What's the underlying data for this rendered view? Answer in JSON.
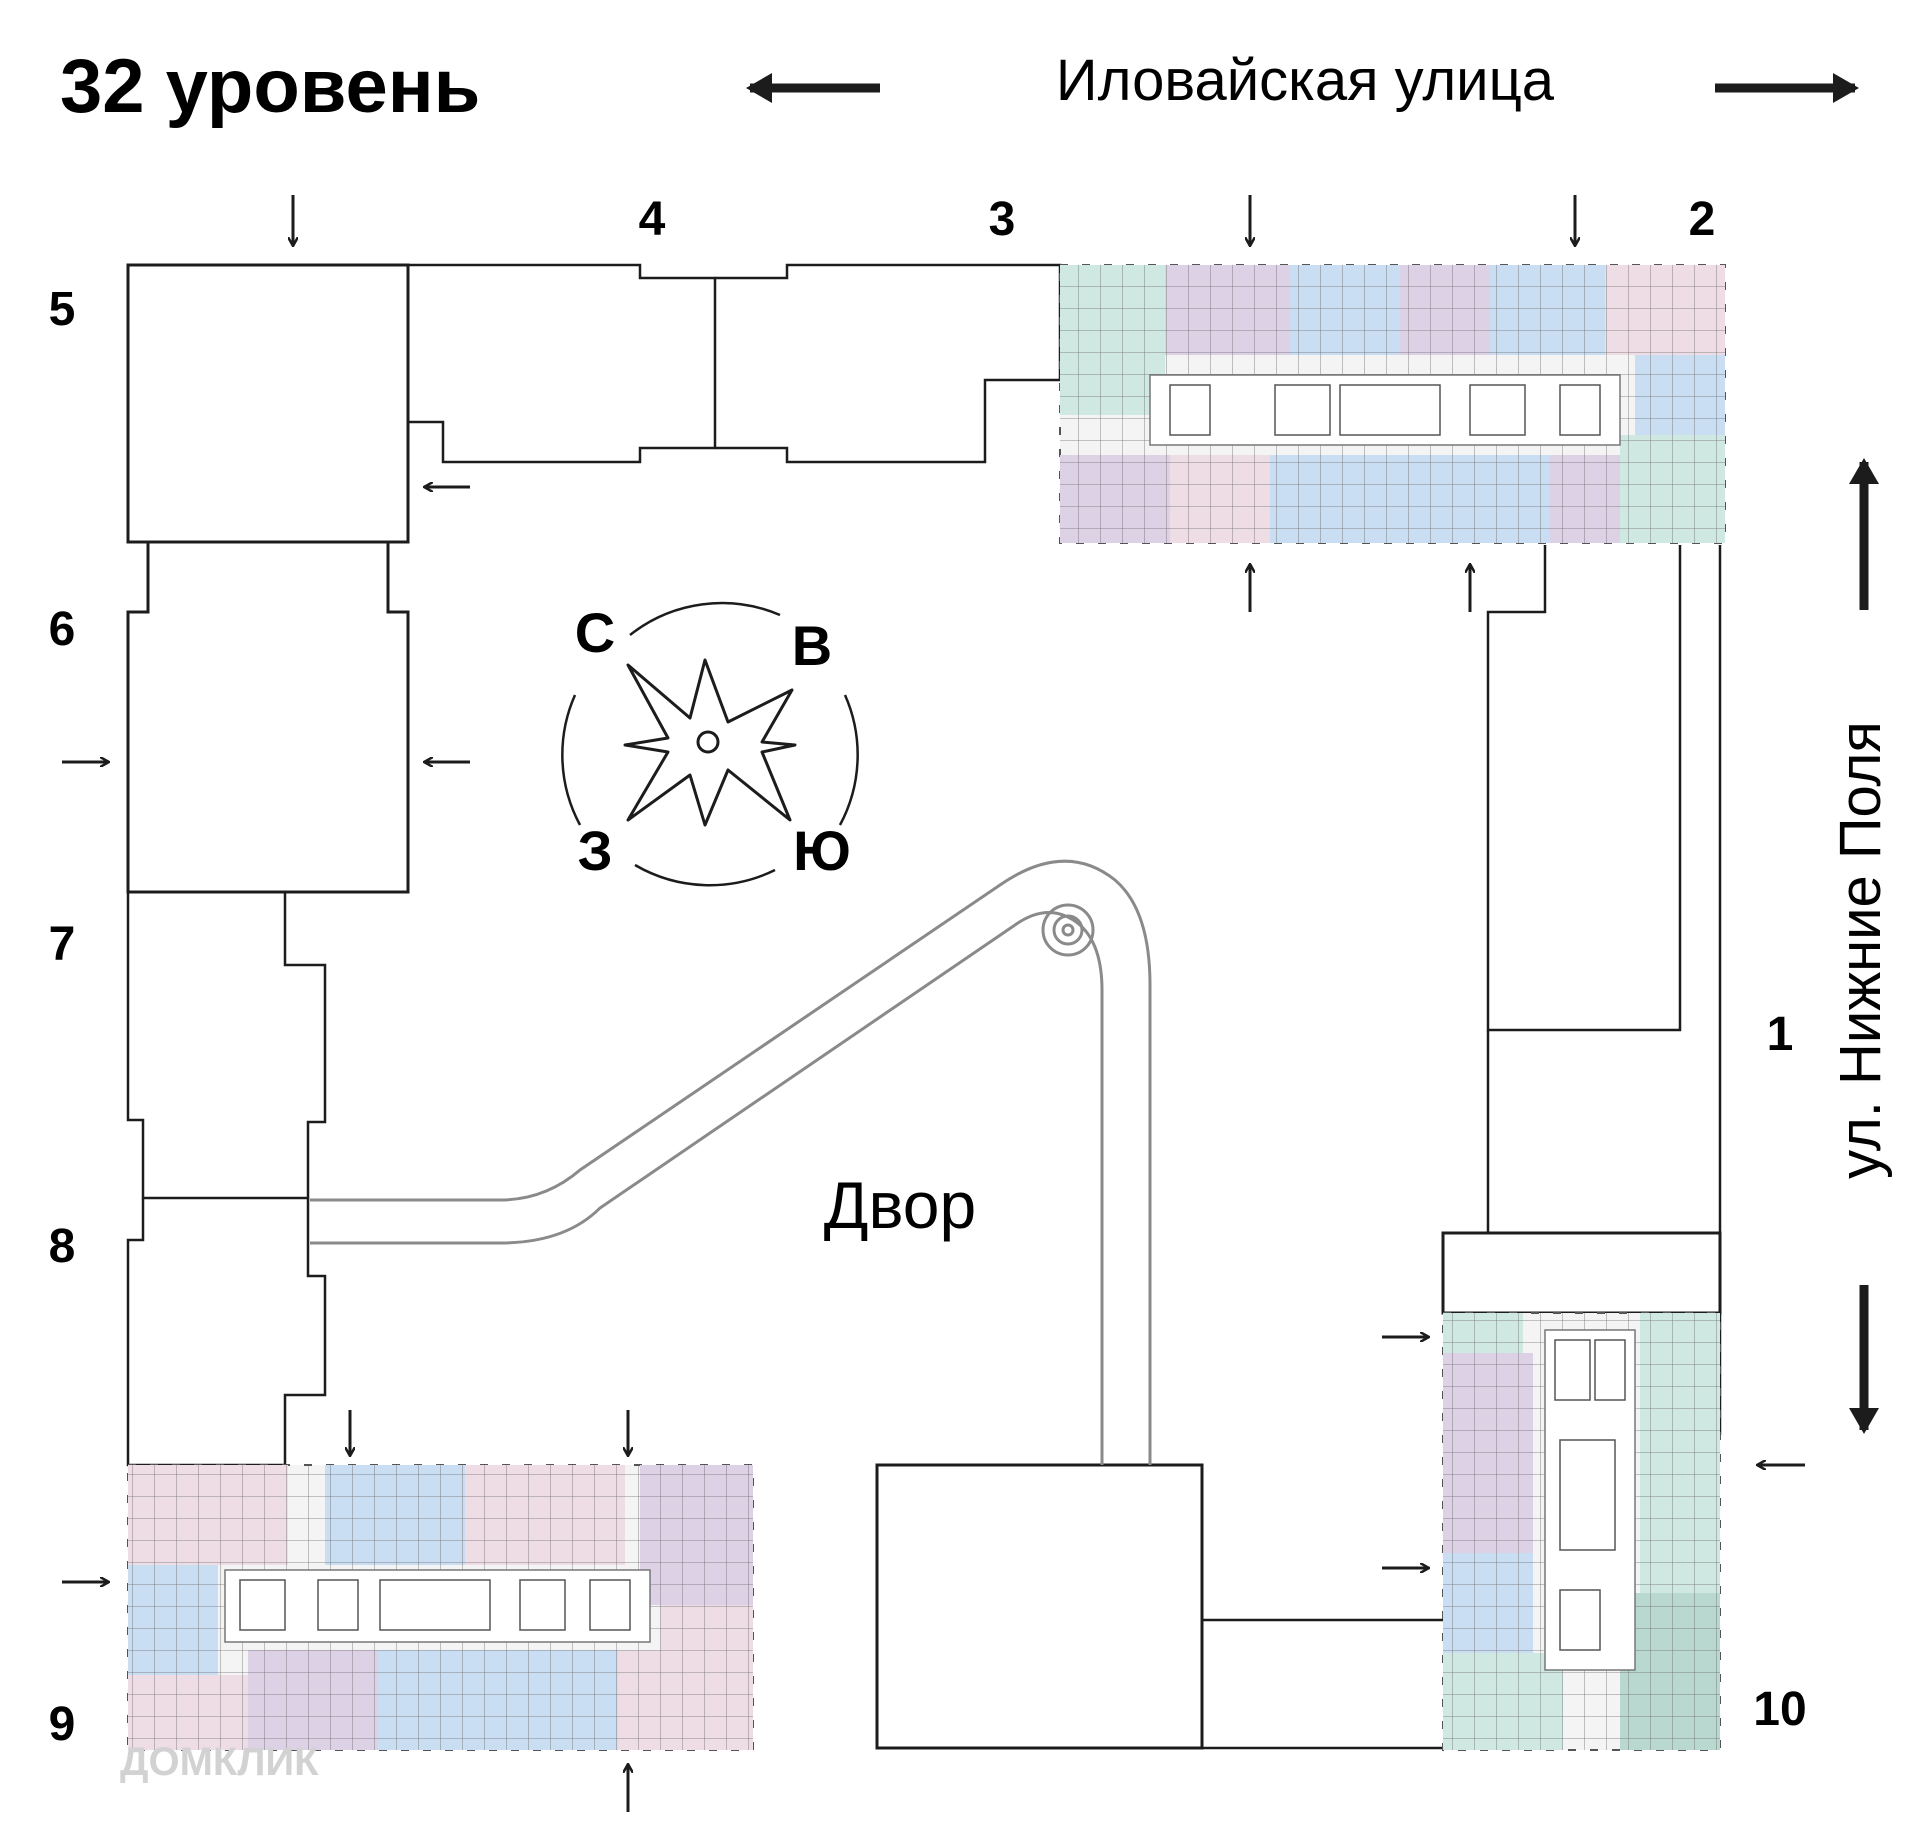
{
  "header": {
    "level_title": "32 уровень",
    "street_top": "Иловайская улица"
  },
  "street_right": "ул. Нижние Поля",
  "yard_label": "Двор",
  "compass": {
    "north": "С",
    "east": "В",
    "west": "З",
    "south": "Ю"
  },
  "sections": {
    "s1": "1",
    "s2": "2",
    "s3": "3",
    "s4": "4",
    "s5": "5",
    "s6": "6",
    "s7": "7",
    "s8": "8",
    "s9": "9",
    "s10": "10"
  },
  "watermark": "ДОМКЛИК",
  "colors": {
    "ink": "#1c1c1c",
    "apt_studio_blue": "#c9def2",
    "apt_purple": "#ddd1e6",
    "apt_teal": "#cfe8e2",
    "apt_pink": "#efdde6",
    "path_gray": "#8a8a8a"
  }
}
